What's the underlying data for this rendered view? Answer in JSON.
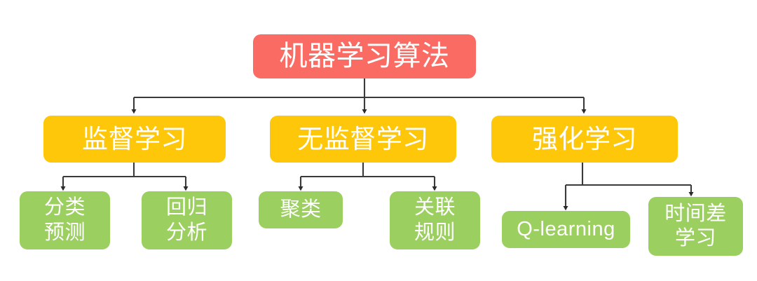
{
  "diagram": {
    "title_node": {
      "label": "机器学习算法",
      "color": "#FA6B63"
    },
    "branch_color": "#FFC709",
    "leaf_color": "#9BCF5F",
    "connector_color": "#3A3A3A",
    "branches": [
      {
        "label": "监督学习",
        "leaves": [
          {
            "lines": [
              "分类",
              "预测"
            ]
          },
          {
            "lines": [
              "回归",
              "分析"
            ]
          }
        ]
      },
      {
        "label": "无监督学习",
        "leaves": [
          {
            "lines": [
              "聚类"
            ]
          },
          {
            "lines": [
              "关联",
              "规则"
            ]
          }
        ]
      },
      {
        "label": "强化学习",
        "leaves": [
          {
            "lines": [
              "Q-learning"
            ]
          },
          {
            "lines": [
              "时间差",
              "学习"
            ]
          }
        ]
      }
    ]
  }
}
